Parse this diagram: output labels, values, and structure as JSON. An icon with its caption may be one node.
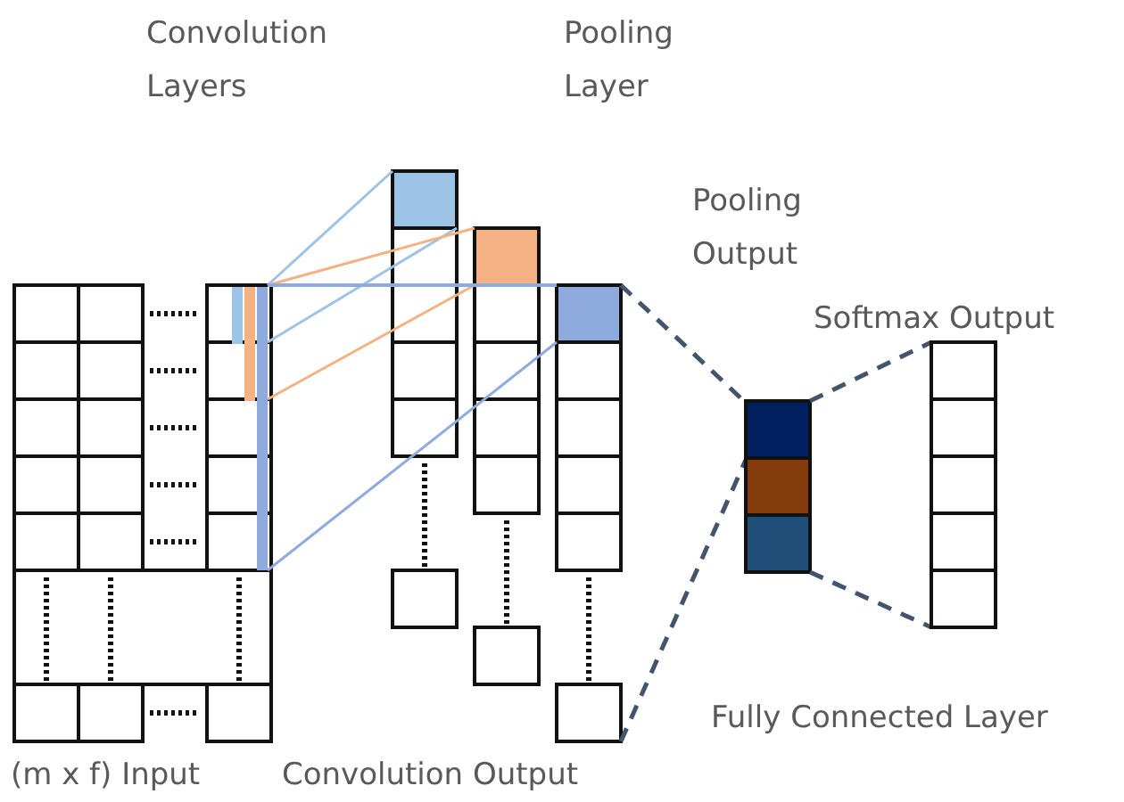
{
  "diagram": {
    "labels": [
      "Convolution Layers",
      "Pooling Layer",
      "Pooling Output",
      "Softmax Output",
      "(m x f) Input",
      "Convolution Output",
      "Fully Connected Layer"
    ]
  }
}
